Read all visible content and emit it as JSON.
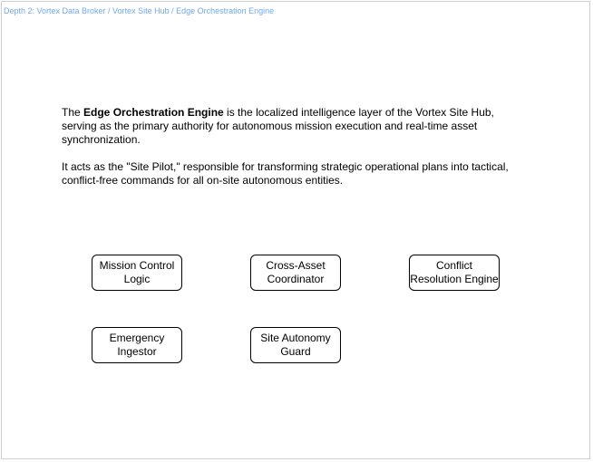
{
  "breadcrumb": "Depth 2: Vortex Data Broker / Vortex Site Hub / Edge Orchestration Engine",
  "description": {
    "p1_pre": "The ",
    "p1_bold": "Edge Orchestration Engine",
    "p1_post": " is the localized intelligence layer of the Vortex Site Hub, serving as the primary authority for autonomous mission execution and real-time asset synchronization.",
    "p2": "It acts as the \"Site Pilot,\" responsible for transforming strategic operational plans into tactical, conflict-free commands for all on-site autonomous entities."
  },
  "components": [
    "Mission Control Logic",
    "Cross-Asset Coordinator",
    "Conflict Resolution Engine",
    "Emergency Ingestor",
    "Site Autonomy Guard"
  ]
}
